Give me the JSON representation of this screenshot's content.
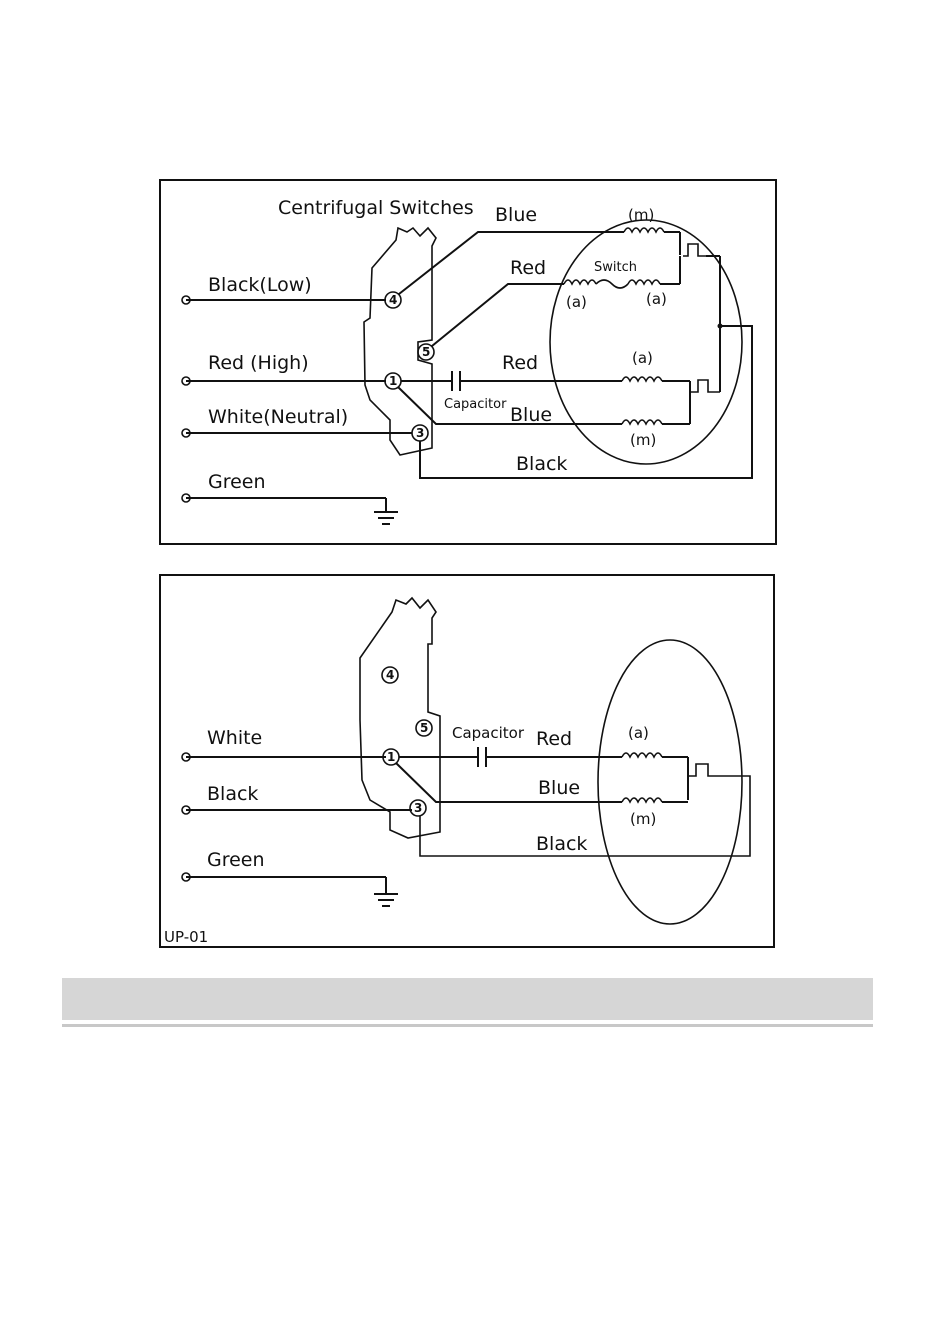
{
  "diagram1": {
    "title": "Centrifugal Switches",
    "inputs": [
      "Black(Low)",
      "Red (High)",
      "White(Neutral)",
      "Green"
    ],
    "wires": {
      "blue_top": "Blue",
      "red_top": "Red",
      "red_mid": "Red",
      "blue_mid": "Blue",
      "black_bottom": "Black"
    },
    "capacitor": "Capacitor",
    "switch": "Switch",
    "coils": {
      "m_top": "(m)",
      "a_left": "(a)",
      "a_right": "(a)",
      "a_mid": "(a)",
      "m_bottom": "(m)"
    },
    "terminals": [
      "4",
      "5",
      "1",
      "3"
    ]
  },
  "diagram2": {
    "inputs": [
      "White",
      "Black",
      "Green"
    ],
    "wires": {
      "red": "Red",
      "blue": "Blue",
      "black": "Black"
    },
    "capacitor": "Capacitor",
    "coils": {
      "a": "(a)",
      "m": "(m)"
    },
    "terminals": [
      "4",
      "5",
      "1",
      "3"
    ],
    "model": "UP-01"
  }
}
